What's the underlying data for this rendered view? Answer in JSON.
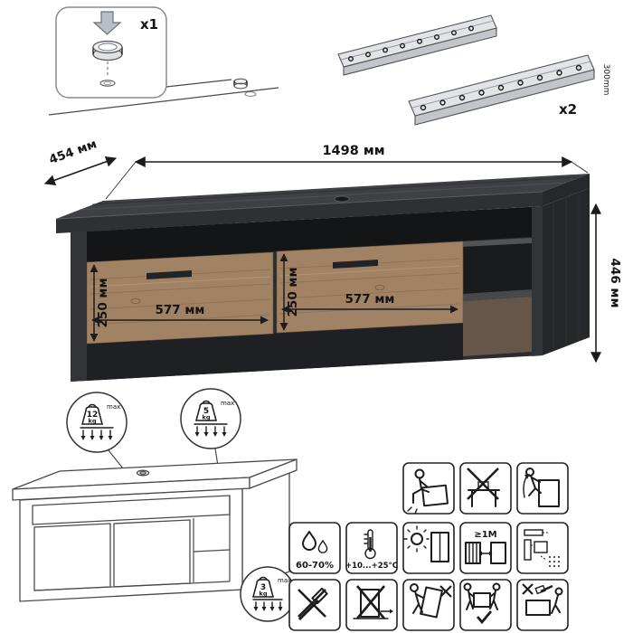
{
  "hardware": {
    "cam_qty": "x1",
    "slides_qty": "x2",
    "slides_length": "300mm"
  },
  "dimensions": {
    "width": "1498 мм",
    "depth": "454 мм",
    "height": "446 мм",
    "drawer1_height": "250 мм",
    "drawer2_height": "250 мм",
    "drawer1_width": "577 мм",
    "drawer2_width": "577 мм"
  },
  "load_limits": {
    "top": {
      "value": "12",
      "unit": "kg",
      "note": "max"
    },
    "shelf": {
      "value": "5",
      "unit": "kg",
      "note": "max"
    },
    "drawer": {
      "value": "3",
      "unit": "kg",
      "note": "max"
    }
  },
  "conditions": {
    "humidity": "60-70%",
    "temperature": "+10...+25°C",
    "min_distance": "≥1M"
  },
  "care_icons": {
    "row1": [
      "no-sitting",
      "no-standing",
      "no-climbing"
    ],
    "row2": [
      "humidity",
      "temperature",
      "no-sunlight",
      "heat-distance",
      "assembly"
    ],
    "row3": [
      "no-tools",
      "no-dragging",
      "no-tipping",
      "carry-two-people",
      "no-hammering"
    ]
  },
  "colors": {
    "dark_wood": "#3e4044",
    "dark_wood_deep": "#17181a",
    "drawer_wood": "#a18264",
    "dimension_line": "#1c1c1c"
  }
}
